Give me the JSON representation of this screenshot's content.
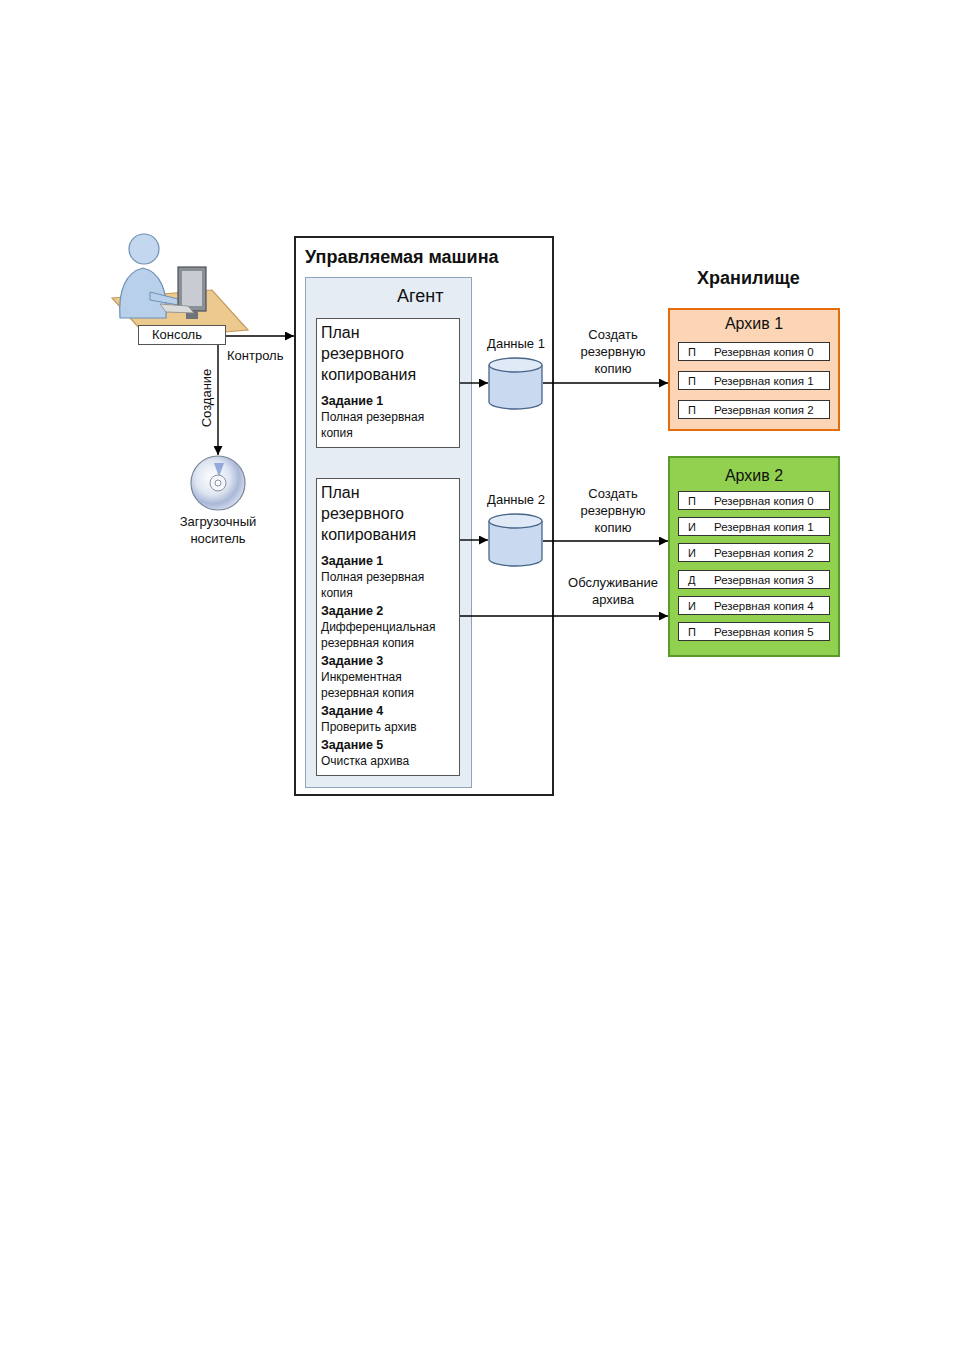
{
  "diagram": {
    "nodes": [
      {
        "text": [
          "Консоль"
        ]
      },
      {
        "text": [
          "Загрузочный носитель"
        ]
      },
      {
        "text": [
          "Управляемая машина"
        ]
      },
      {
        "text": [
          "Агент"
        ],
        "in": 2
      },
      {
        "text": [
          "План резервного копирования",
          "Задание 1",
          "Полная резервная копия"
        ],
        "in": 3
      },
      {
        "text": [
          "План резервного копирования",
          "Задание 1",
          "Полная резервная копия",
          "Задание 2",
          "Дифференциальная резервная копия",
          "Задание 3",
          "Инкрементная резервная копия",
          "Задание 4",
          "Проверить архив",
          "Задание 5",
          "Очистка архива"
        ],
        "in": 3
      },
      {
        "text": [
          "Данные 1"
        ],
        "in": 2
      },
      {
        "text": [
          "Данные 2"
        ],
        "in": 2
      },
      {
        "text": [
          "Архив 1"
        ]
      },
      {
        "text": [
          "П",
          "Резервная копия 0"
        ],
        "in": 8
      },
      {
        "text": [
          "П",
          "Резервная копия 1"
        ],
        "in": 8
      },
      {
        "text": [
          "П",
          "Резервная копия 2"
        ],
        "in": 8
      },
      {
        "text": [
          "Архив 2"
        ]
      },
      {
        "text": [
          "П",
          "Резервная копия 0"
        ],
        "in": 12
      },
      {
        "text": [
          "И",
          "Резервная копия 1"
        ],
        "in": 12
      },
      {
        "text": [
          "И",
          "Резервная копия 2"
        ],
        "in": 12
      },
      {
        "text": [
          "Д",
          "Резервная копия 3"
        ],
        "in": 12
      },
      {
        "text": [
          "И",
          "Резервная копия 4"
        ],
        "in": 12
      },
      {
        "text": [
          "П",
          "Резервная копия 5"
        ],
        "in": 12
      }
    ],
    "edges": [
      {
        "from": 0,
        "to": 2,
        "label": "Контроль",
        "arrow": "to"
      },
      {
        "from": 0,
        "to": 1,
        "label": "Создание",
        "arrow": "to"
      },
      {
        "from": 4,
        "to": 6,
        "arrow": "to"
      },
      {
        "from": 6,
        "to": 8,
        "label": "Создать резервную копию",
        "arrow": "to"
      },
      {
        "from": 5,
        "to": 7,
        "arrow": "to"
      },
      {
        "from": 7,
        "to": 12,
        "label": "Создать резервную копию",
        "arrow": "to"
      },
      {
        "from": 5,
        "to": 12,
        "label": "Обслуживание архива",
        "arrow": "to"
      }
    ],
    "labels": [
      "Хранилище"
    ]
  }
}
